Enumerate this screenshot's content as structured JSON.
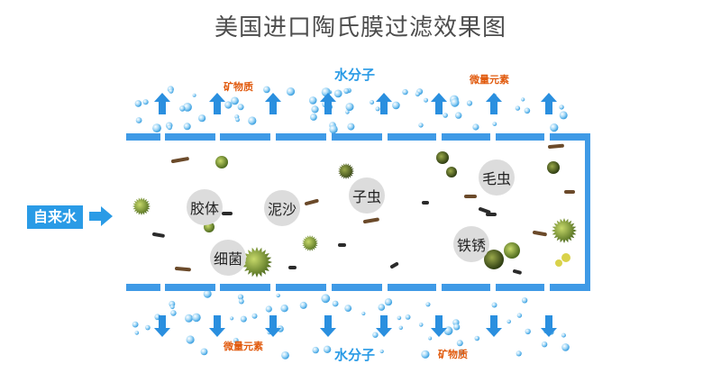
{
  "title": "美国进口陶氏膜过滤效果图",
  "inlet": {
    "label": "自来水"
  },
  "outputs_top": {
    "water": "水分子",
    "mineral_1": "矿物质",
    "mineral_2": "微量元素"
  },
  "outputs_bottom": {
    "water": "水分子",
    "mineral_1": "微量元素",
    "mineral_2": "矿物质"
  },
  "contaminants": [
    "胶体",
    "泥沙",
    "子虫",
    "毛虫",
    "细菌",
    "铁锈"
  ],
  "colors": {
    "water": "#2a9be6",
    "mineral": "#e15b0f",
    "membrane": "#3f9ae6",
    "title": "#4d4d4d"
  },
  "icons": {
    "flow": "arrow-icon",
    "particle": "bacteria-icon",
    "drop": "water-drop-icon"
  }
}
